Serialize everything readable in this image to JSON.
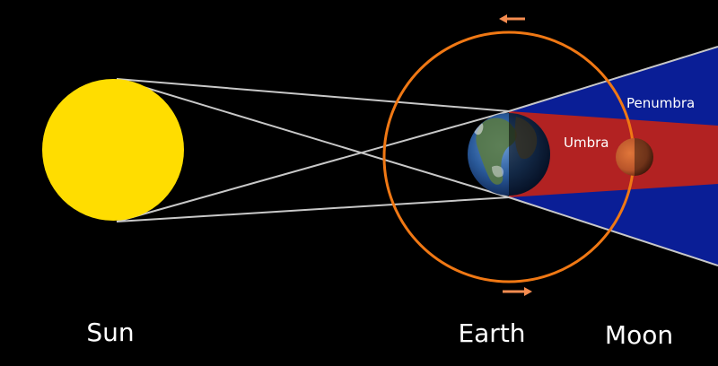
{
  "labels": {
    "sun": "Sun",
    "earth": "Earth",
    "moon": "Moon",
    "umbra": "Umbra",
    "penumbra": "Penumbra"
  },
  "colors": {
    "background": "#000000",
    "sun": "#ffdd00",
    "orbit": "#f07814",
    "arrow": "#f58c50",
    "umbra": "#b22222",
    "penumbra": "#0a1e96",
    "tangent_lines": "#c8c8c8",
    "earth_ocean": "#2a5a9a",
    "earth_land": "#5a7a40",
    "moon": "#b9552a"
  },
  "icons": {
    "orbit_arrow_top": "arrow-left-icon",
    "orbit_arrow_bottom": "arrow-right-icon"
  }
}
